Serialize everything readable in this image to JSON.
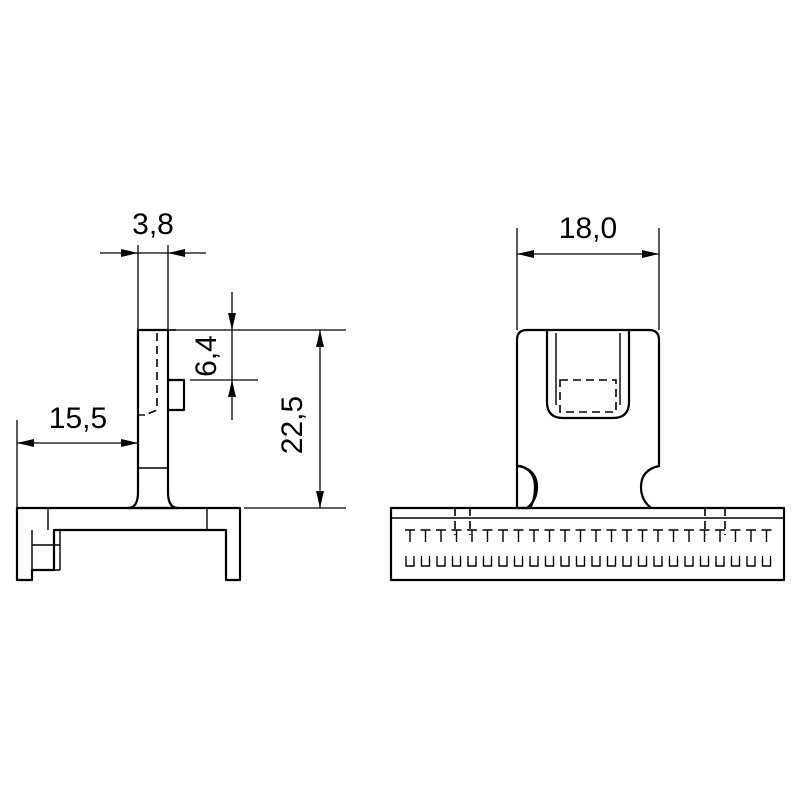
{
  "side_view": {
    "dimensions": {
      "width_top": "3,8",
      "offset_left": "15,5",
      "tab_height": "6,4",
      "total_height": "22,5"
    }
  },
  "front_view": {
    "dimensions": {
      "width": "18,0"
    }
  },
  "colors": {
    "line": "#000000",
    "background": "#ffffff"
  }
}
